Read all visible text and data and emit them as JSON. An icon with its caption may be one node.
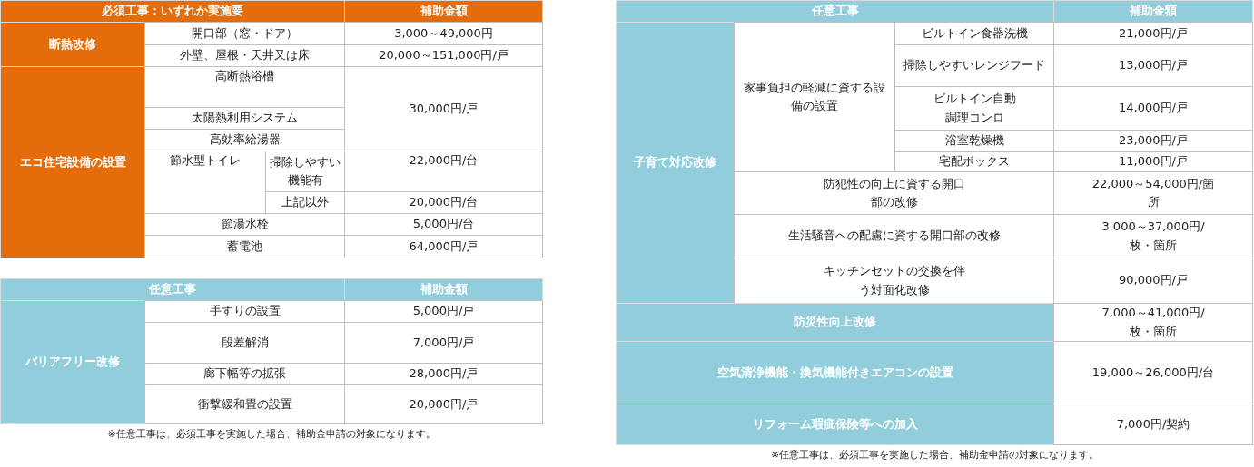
{
  "diagram": {
    "labels": [
      "必須工事：いずれか実施要",
      "補助金額",
      "断熱改修",
      "開口部（窓・ドア）",
      "3,000～49,000円",
      "外壁、屋根・天井又は床",
      "20,000～151,000円/戸",
      "エコ住宅設備の設置",
      "高断熱浴槽",
      "30,000円/戸",
      "太陽熱利用システム",
      "高効率給湯器",
      "節水型トイレ",
      "掃除しやすい機能有",
      "22,000円/台",
      "上記以外",
      "20,000円/台",
      "節湯水栓",
      "5,000円/台",
      "蓄電池",
      "64,000円/戸",
      "任意工事",
      "補助金額",
      "バリアフリー改修",
      "手すりの設置",
      "5,000円/戸",
      "段差解消",
      "7,000円/戸",
      "廊下幅等の拡張",
      "28,000円/戸",
      "衝撃緩和畳の設置",
      "20,000円/戸",
      "※任意工事は、必須工事を実施した場合、補助金申請の対象になります。",
      "任意工事",
      "補助金額",
      "子育て対応改修",
      "家事負担の軽減に資する設備の設置",
      "ビルトイン食器洗機",
      "21,000円/戸",
      "掃除しやすいレンジフード",
      "13,000円/戸",
      "ビルトイン自動調理コンロ",
      "14,000円/戸",
      "浴室乾燥機",
      "23,000円/戸",
      "宅配ボックス",
      "11,000円/戸",
      "防犯性の向上に資する開口部の改修",
      "22,000～54,000円/箇所",
      "生活騒音への配慮に資する開口部の改修",
      "3,000～37,000円/枚・箇所",
      "キッチンセットの交換を伴う対面化改修",
      "90,000円/戸",
      "防災性向上改修",
      "7,000～41,000円/枚・箇所",
      "空気清浄機能・換気機能付きエアコンの設置",
      "19,000～26,000円/台",
      "リフォーム瑕疵保険等への加入",
      "7,000円/契約",
      "※任意工事は、必須工事を実施した場合、補助金申請の対象になります。"
    ]
  }
}
